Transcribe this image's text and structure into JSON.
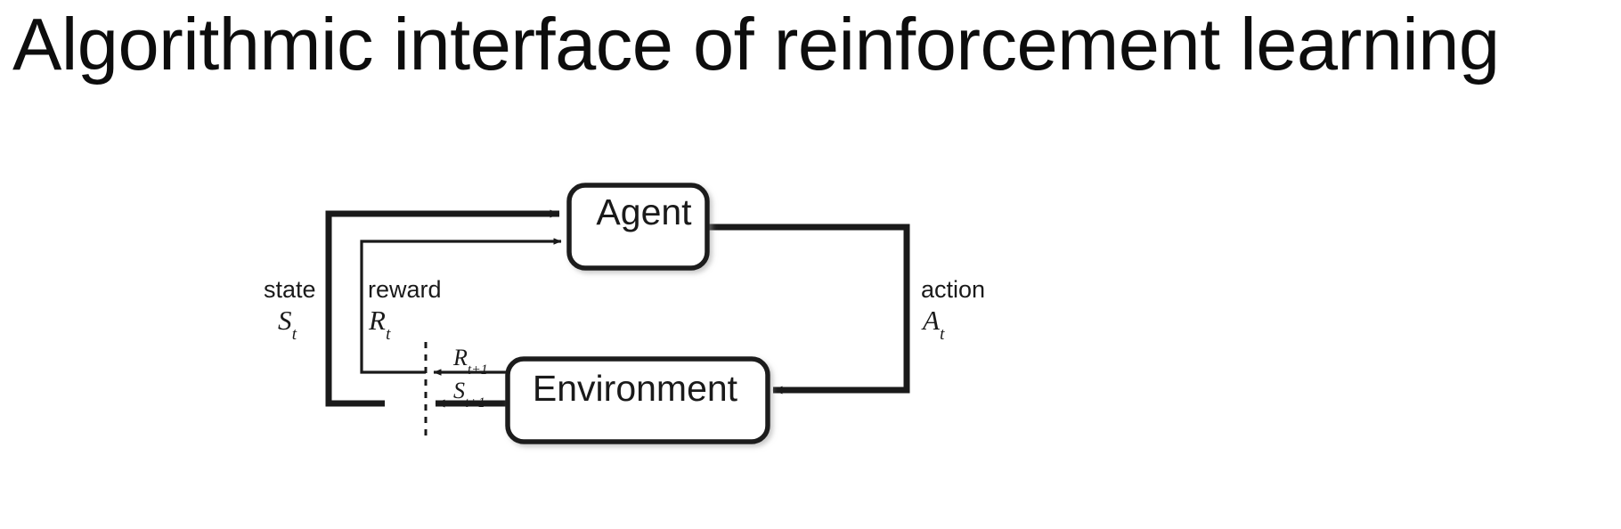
{
  "slide": {
    "title": "Algorithmic interface of reinforcement learning",
    "background_color": "#ffffff",
    "text_color": "#0d0d0d"
  },
  "diagram": {
    "type": "agent-environment-interaction-loop",
    "stroke_color": "#1a1a1a",
    "fill_color": "#ffffff",
    "nodes": [
      {
        "id": "agent",
        "label": "Agent"
      },
      {
        "id": "environment",
        "label": "Environment"
      }
    ],
    "edges": [
      {
        "id": "state-edge",
        "word": "state",
        "symbol_base": "S",
        "symbol_sub": "t",
        "from": "environment",
        "to": "agent"
      },
      {
        "id": "reward-edge",
        "word": "reward",
        "symbol_base": "R",
        "symbol_sub": "t",
        "from": "environment",
        "to": "agent"
      },
      {
        "id": "action-edge",
        "word": "action",
        "symbol_base": "A",
        "symbol_sub": "t",
        "from": "agent",
        "to": "environment"
      },
      {
        "id": "reward-next-edge",
        "word": "",
        "symbol_base": "R",
        "symbol_sub": "t+1",
        "from": "environment",
        "to": "time-boundary"
      },
      {
        "id": "state-next-edge",
        "word": "",
        "symbol_base": "S",
        "symbol_sub": "t+1",
        "from": "environment",
        "to": "time-boundary"
      }
    ],
    "time_boundary": {
      "style": "dashed-vertical-line"
    }
  }
}
